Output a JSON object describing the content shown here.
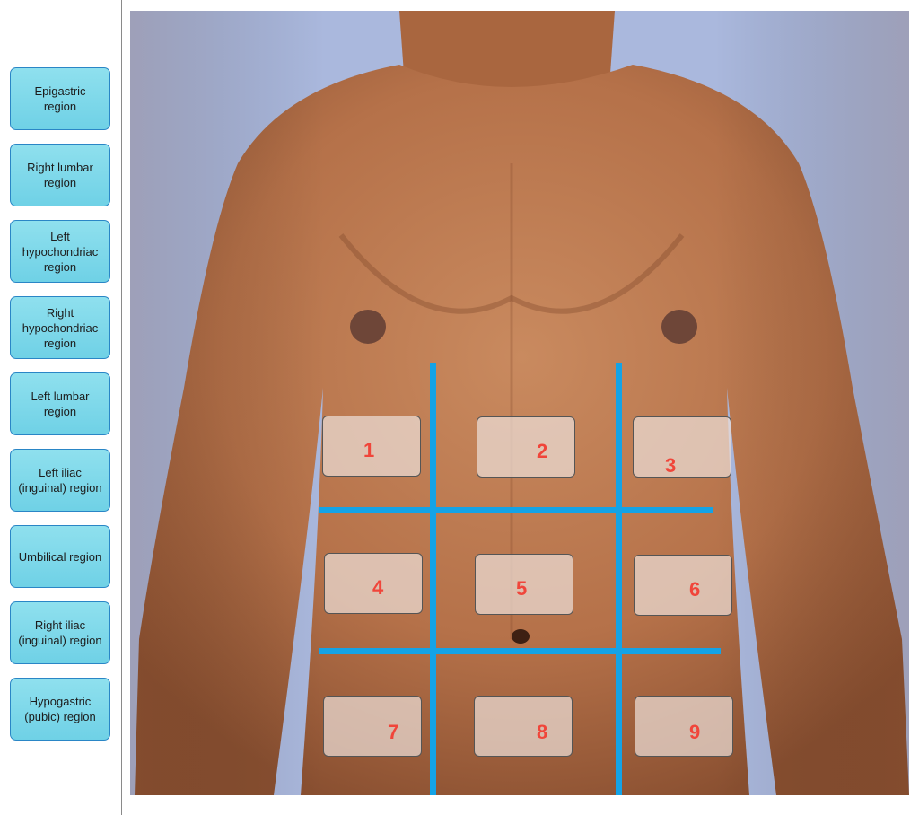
{
  "labels": [
    "Epigastric\nregion",
    "Right lumbar\nregion",
    "Left\nhypochondriac\nregion",
    "Right\nhypochondriac\nregion",
    "Left lumbar\nregion",
    "Left iliac\n(inguinal) region",
    "Umbilical region",
    "Right iliac\n(inguinal) region",
    "Hypogastric\n(pubic) region"
  ],
  "zones": [
    "1",
    "2",
    "3",
    "4",
    "5",
    "6",
    "7",
    "8",
    "9"
  ],
  "colors": {
    "label_bg": "#7fd8ea",
    "grid_line": "#14a3e6",
    "zone_number": "#f0453a",
    "background": "#aab8dd",
    "skin": "#b77650"
  },
  "image": {
    "subject": "male torso anterior view"
  }
}
